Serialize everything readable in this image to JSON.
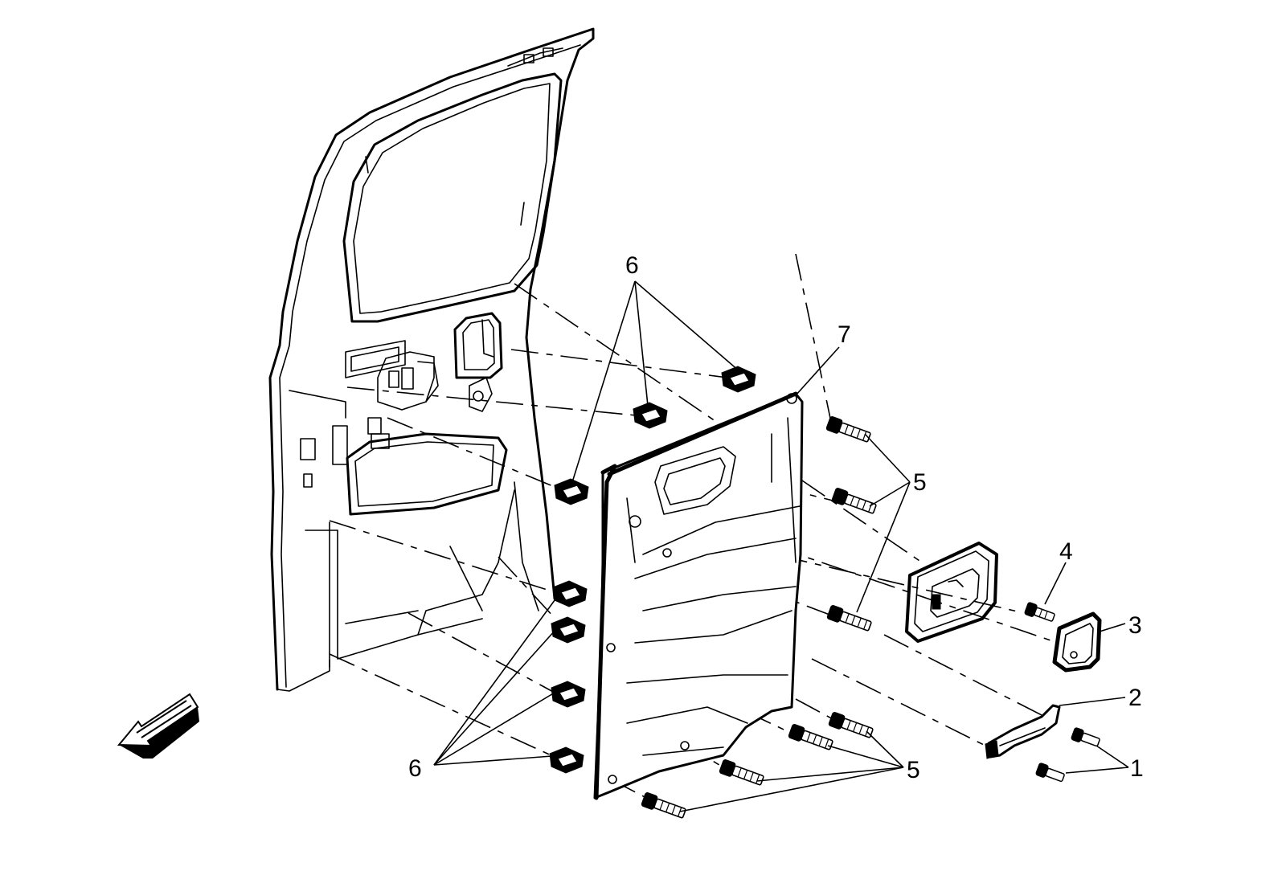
{
  "diagram": {
    "callouts": {
      "c1": "1",
      "c2": "2",
      "c3": "3",
      "c4": "4",
      "c5_upper": "5",
      "c5_lower": "5",
      "c6_upper": "6",
      "c6_lower": "6",
      "c7": "7"
    }
  }
}
